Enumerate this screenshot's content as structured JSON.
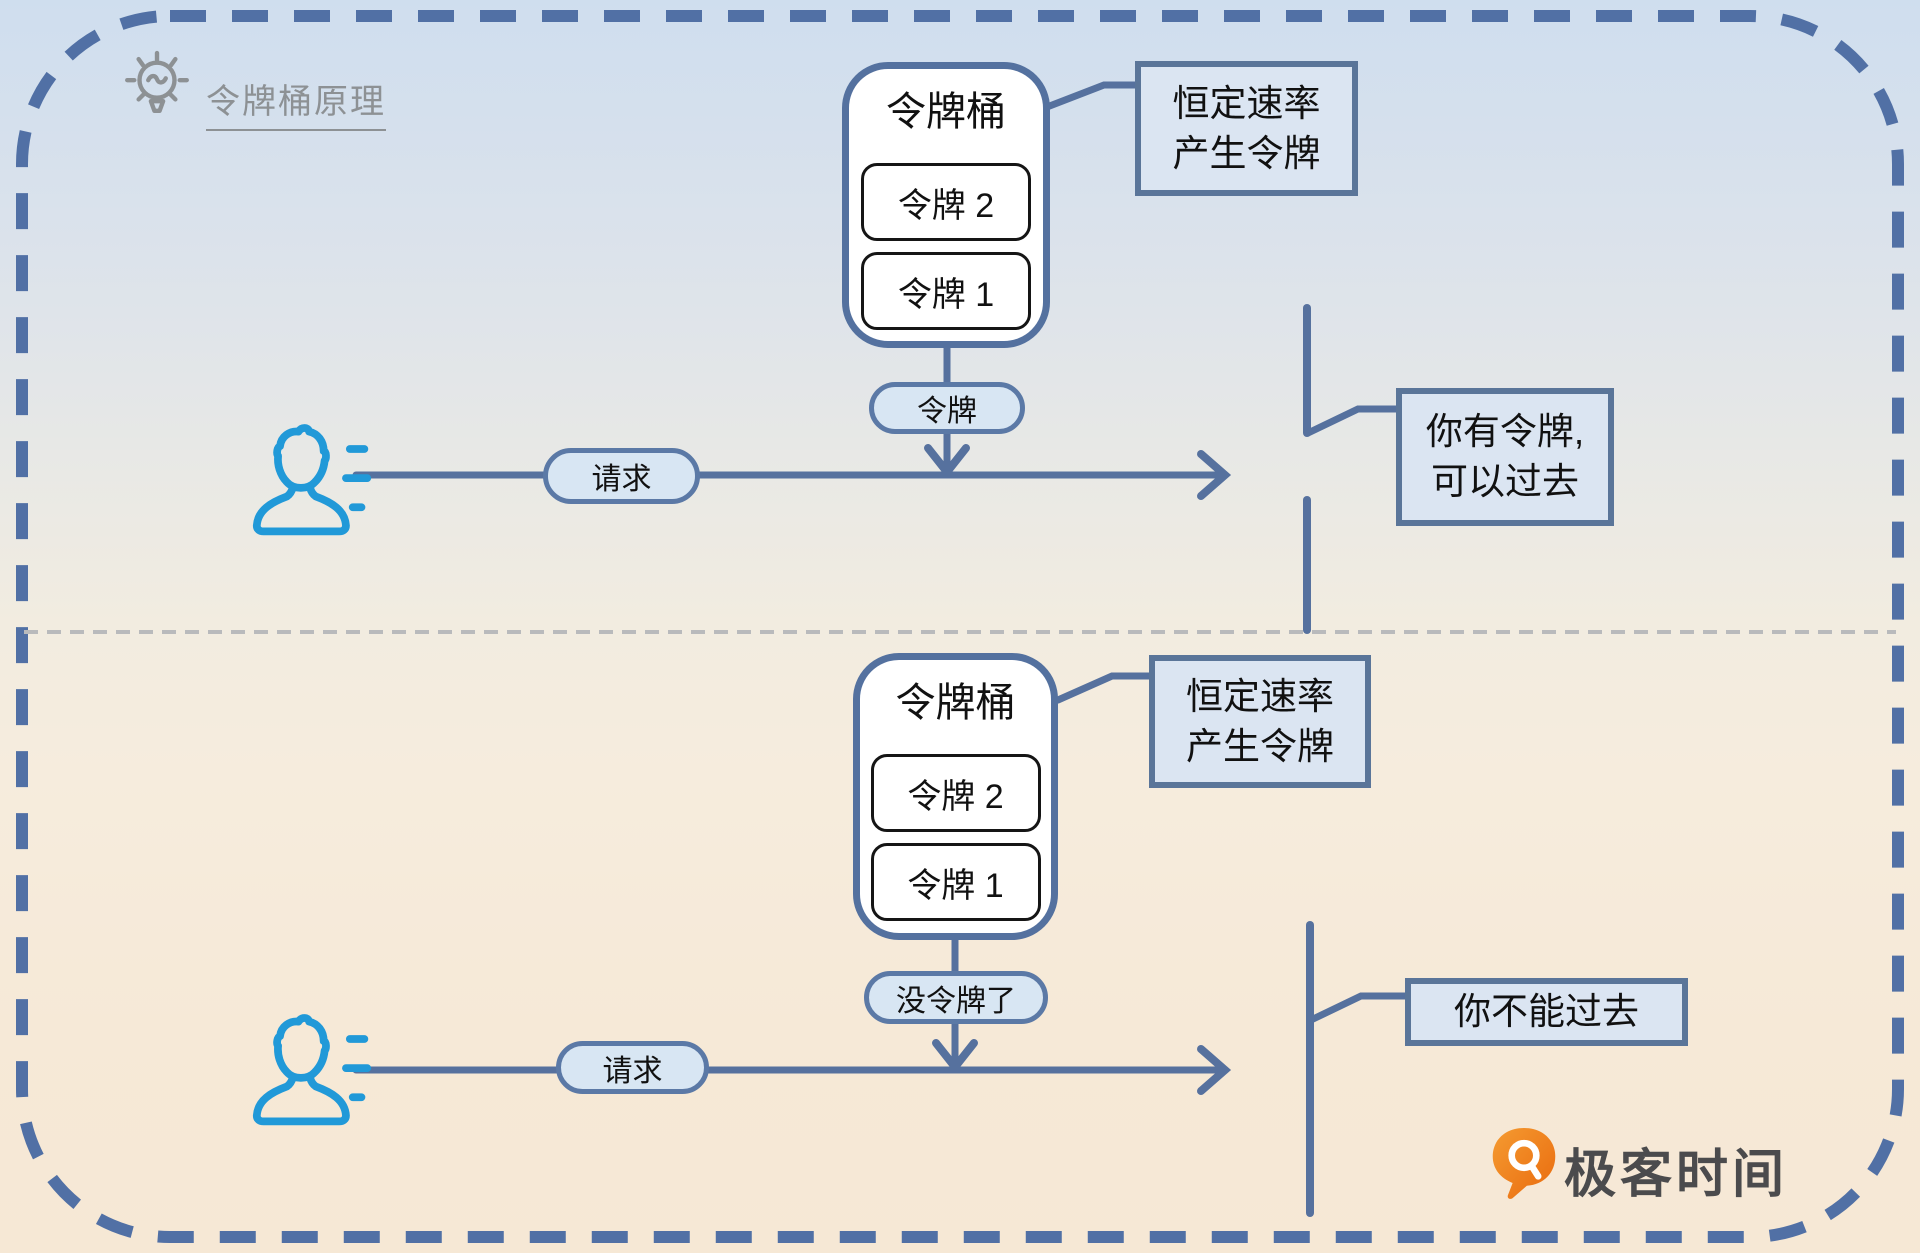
{
  "page": {
    "title": "令牌桶原理"
  },
  "colors": {
    "line-blue": "#56719e",
    "shape-border": "#54719f",
    "border-dash-blue": "#5170a5",
    "callout-fill": "#dbe5f2",
    "callout-border": "#5a7599",
    "pill-fill": "#d8e6f3",
    "pill-border": "#5b79a6",
    "person-blue": "#2199d8",
    "title-gray": "#8d9194",
    "divider-gray": "#b9babc",
    "brand-orange": "#ee7514",
    "brand-text": "#4b4b4d"
  },
  "icons": {
    "lightbulb": "lightbulb-idea-icon",
    "person": "person-user-icon",
    "brand_pin": "geektime-pin-icon"
  },
  "sections": {
    "top": {
      "bucket_title": "令牌桶",
      "tokens": [
        "令牌 2",
        "令牌 1"
      ],
      "rate_callout_line1": "恒定速率",
      "rate_callout_line2": "产生令牌",
      "flow_pill": "令牌",
      "request_pill": "请求",
      "result_line1": "你有令牌,",
      "result_line2": "可以过去"
    },
    "bottom": {
      "bucket_title": "令牌桶",
      "tokens": [
        "令牌 2",
        "令牌 1"
      ],
      "rate_callout_line1": "恒定速率",
      "rate_callout_line2": "产生令牌",
      "flow_pill": "没令牌了",
      "request_pill": "请求",
      "result_line1": "你不能过去"
    }
  },
  "footer": {
    "brand": "极客时间"
  }
}
